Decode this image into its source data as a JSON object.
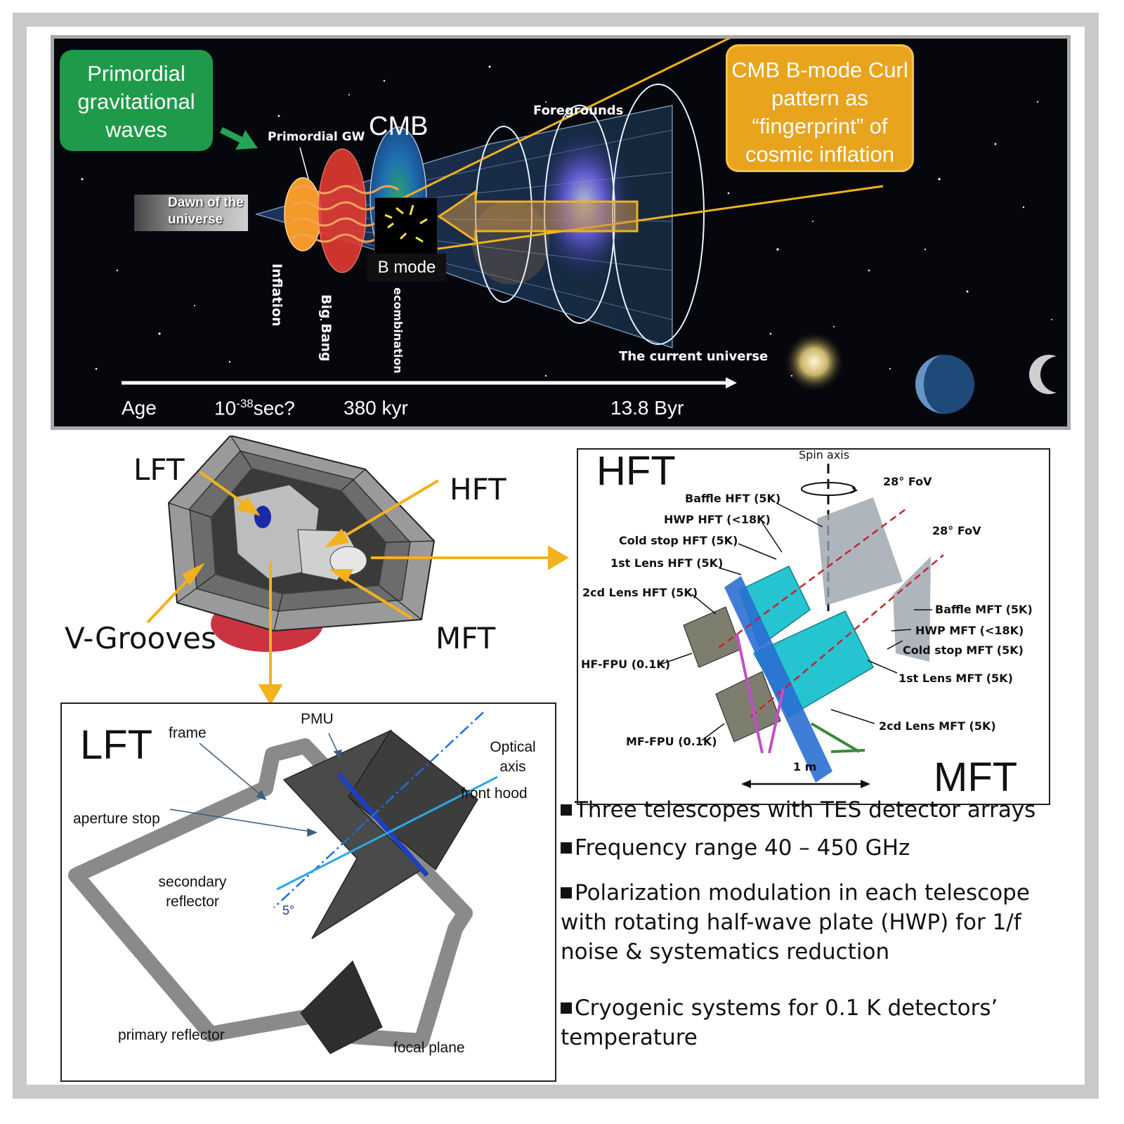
{
  "top": {
    "callout_green": "Primordial gravitational waves",
    "callout_orange": "CMB B-mode Curl pattern as “fingerprint” of cosmic inflation",
    "dawn": "Dawn of the universe",
    "primordial_gw": "Primordial GW",
    "cmb": "CMB",
    "foregrounds": "Foregrounds",
    "inflation": "Inflation",
    "big_bang": "Big Bang",
    "recombination": "ecombination",
    "bmode": "B mode",
    "current": "The current universe",
    "age": "Age",
    "t1": "10",
    "t1_exp": "-38",
    "t1_suffix": "sec?",
    "t2": "380 kyr",
    "t3": "13.8 Byr"
  },
  "spacecraft": {
    "lft": "LFT",
    "hft": "HFT",
    "mft": "MFT",
    "vgrooves": "V-Grooves"
  },
  "hft_panel": {
    "title": "HFT",
    "mft": "MFT",
    "spin_axis": "Spin axis",
    "fov1": "28° FoV",
    "fov2": "28° FoV",
    "baffle_hft": "Baffle HFT (5K)",
    "hwp_hft": "HWP HFT (<18K)",
    "cold_stop_hft": "Cold stop HFT (5K)",
    "lens1_hft": "1st Lens HFT (5K)",
    "lens2_hft": "2cd Lens HFT (5K)",
    "hf_fpu": "HF-FPU (0.1K)",
    "baffle_mft": "Baffle MFT (5K)",
    "hwp_mft": "HWP MFT (<18K)",
    "cold_stop_mft": "Cold stop MFT (5K)",
    "lens1_mft": "1st Lens MFT (5K)",
    "lens2_mft": "2cd Lens MFT (5K)",
    "mf_fpu": "MF-FPU (0.1K)",
    "scale": "1 m"
  },
  "lft_panel": {
    "title": "LFT",
    "frame": "frame",
    "pmu": "PMU",
    "optical_axis": "Optical axis",
    "front_hood": "front hood",
    "aperture_stop": "aperture stop",
    "secondary": "secondary reflector",
    "primary": "primary reflector",
    "focal_plane": "focal plane",
    "angle": "5°"
  },
  "bullets": [
    "Three telescopes with TES detector arrays",
    "Frequency range 40 – 450 GHz",
    "Polarization modulation in each telescope with rotating half-wave plate (HWP) for 1/f noise & systematics reduction",
    "Cryogenic systems for 0.1 K detectors’ temperature"
  ],
  "colors": {
    "green": "#1f9a4a",
    "orange": "#e9a41e",
    "arrow_yellow": "#f2b21d",
    "optics_cyan": "#25c4d0",
    "fov_red": "#c0262c"
  }
}
